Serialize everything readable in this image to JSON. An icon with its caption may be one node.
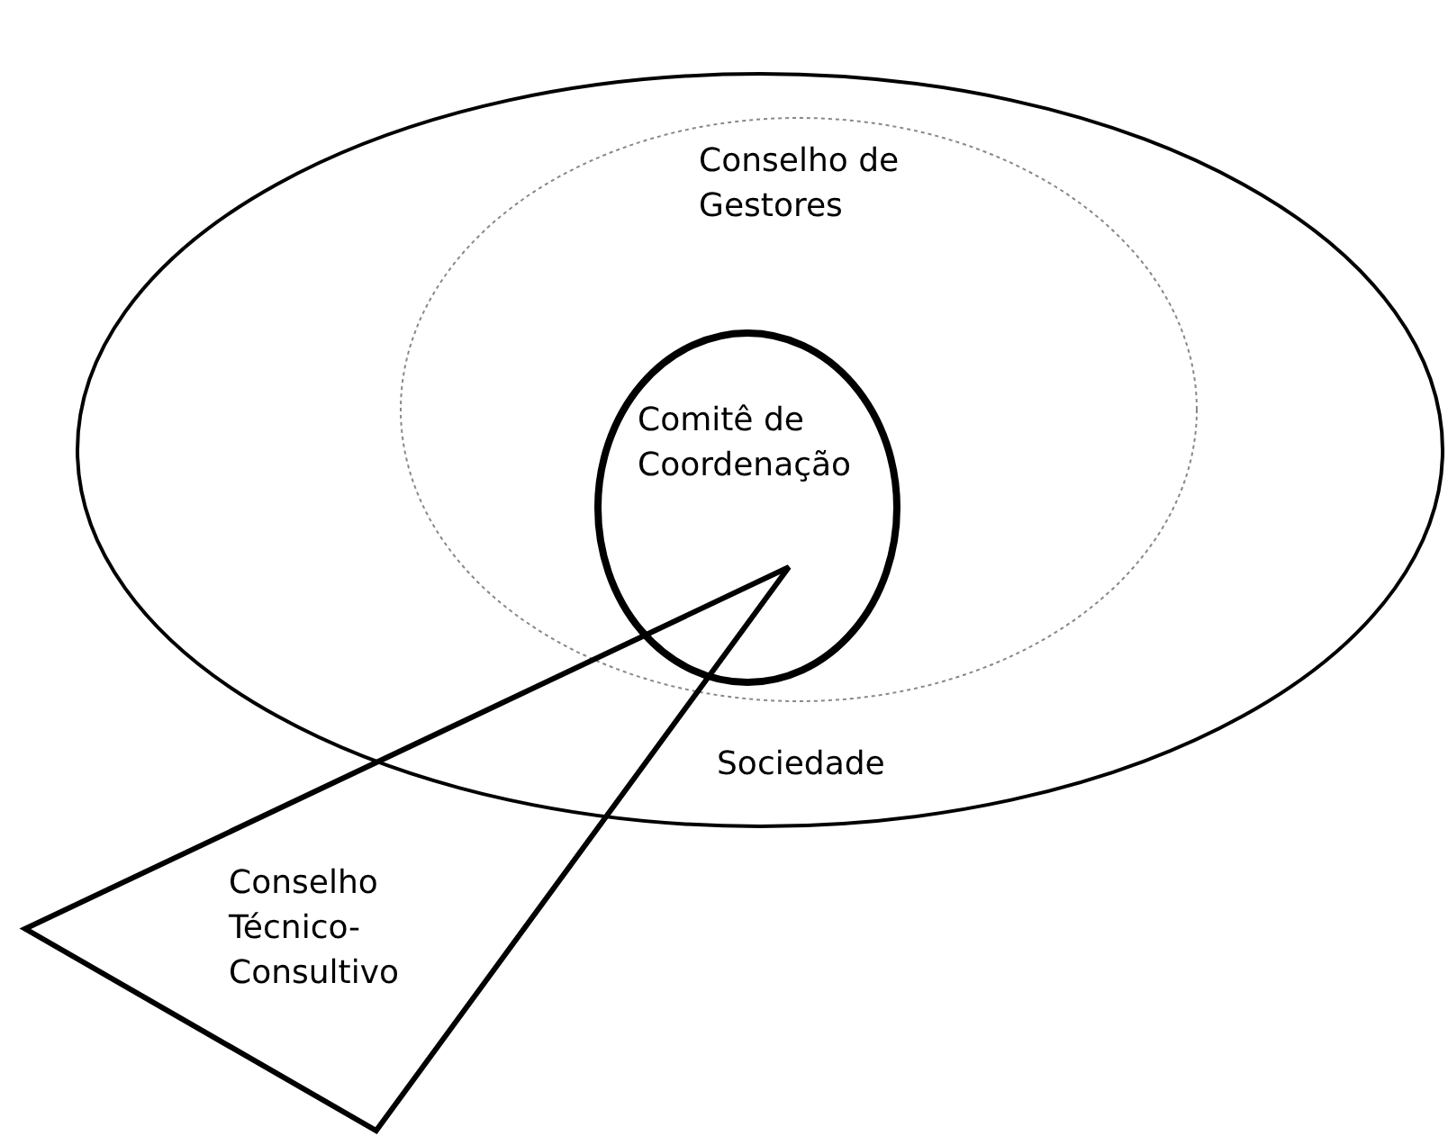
{
  "diagram": {
    "nodes": [
      {
        "text": [
          "Sociedade"
        ]
      },
      {
        "text": [
          "Conselho de Gestores"
        ],
        "in": 0
      },
      {
        "text": [
          "Comitê de Coordenação"
        ],
        "in": 1
      },
      {
        "text": [
          "Conselho Técnico-Consultivo"
        ]
      }
    ]
  }
}
